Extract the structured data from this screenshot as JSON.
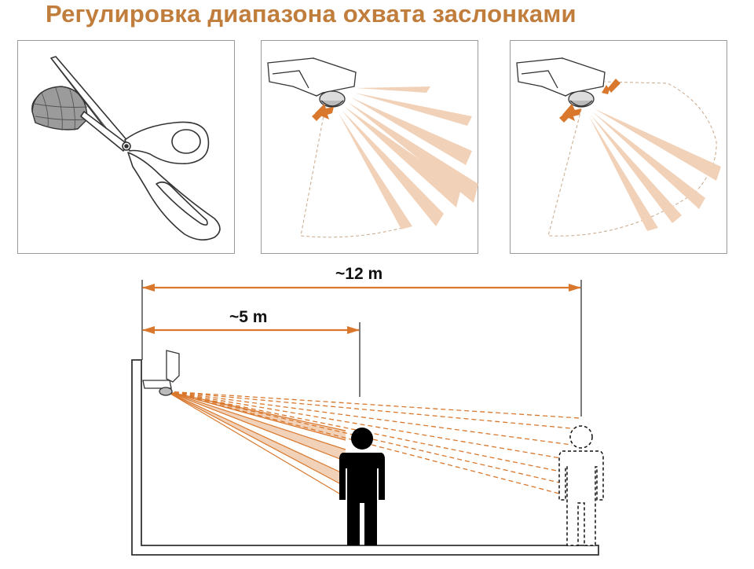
{
  "title": "Регулировка диапазона охвата заслонками",
  "dimensions": {
    "far": "~12 m",
    "near": "~5 m"
  },
  "colors": {
    "title": "#c07d3c",
    "arrow": "#d9782d",
    "beam": "#f1d2b9",
    "outline": "#333333"
  },
  "icons": [
    "scissors-icon",
    "sensor-dome-icon",
    "shutter-arrow-icon",
    "person-icon",
    "person-outline-icon"
  ]
}
